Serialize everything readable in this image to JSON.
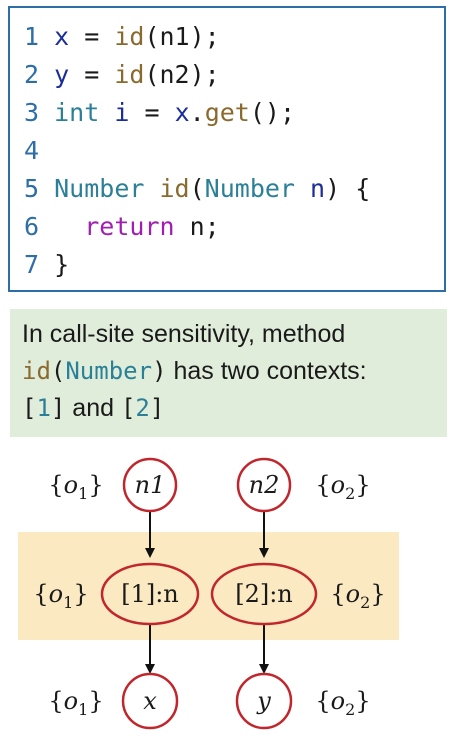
{
  "code": {
    "lines": [
      {
        "num": "1",
        "tokens": [
          {
            "t": "x",
            "c": "var"
          },
          {
            "t": " = ",
            "c": "op"
          },
          {
            "t": "id",
            "c": "fn"
          },
          {
            "t": "(n1);",
            "c": "op"
          }
        ]
      },
      {
        "num": "2",
        "tokens": [
          {
            "t": "y",
            "c": "var"
          },
          {
            "t": " = ",
            "c": "op"
          },
          {
            "t": "id",
            "c": "fn"
          },
          {
            "t": "(n2);",
            "c": "op"
          }
        ]
      },
      {
        "num": "3",
        "tokens": [
          {
            "t": "int",
            "c": "ty"
          },
          {
            "t": " ",
            "c": "op"
          },
          {
            "t": "i",
            "c": "var"
          },
          {
            "t": " = ",
            "c": "op"
          },
          {
            "t": "x",
            "c": "var"
          },
          {
            "t": ".",
            "c": "op"
          },
          {
            "t": "get",
            "c": "fn"
          },
          {
            "t": "();",
            "c": "op"
          }
        ]
      },
      {
        "num": "4",
        "tokens": []
      },
      {
        "num": "5",
        "tokens": [
          {
            "t": "Number",
            "c": "ty"
          },
          {
            "t": " ",
            "c": "op"
          },
          {
            "t": "id",
            "c": "fn"
          },
          {
            "t": "(",
            "c": "op"
          },
          {
            "t": "Number",
            "c": "ty"
          },
          {
            "t": " ",
            "c": "op"
          },
          {
            "t": "n",
            "c": "var"
          },
          {
            "t": ") {",
            "c": "op"
          }
        ]
      },
      {
        "num": "6",
        "tokens": [
          {
            "t": "  ",
            "c": "op"
          },
          {
            "t": "return",
            "c": "kw"
          },
          {
            "t": " n;",
            "c": "op"
          }
        ]
      },
      {
        "num": "7",
        "tokens": [
          {
            "t": "}",
            "c": "op"
          }
        ]
      }
    ]
  },
  "note": {
    "line1": "In call-site sensitivity, method",
    "line2_method": "id",
    "line2_open": "(",
    "line2_type": "Number",
    "line2_close": ")",
    "line2_rest": " has two contexts:",
    "line3_ctx1_open": "[",
    "line3_ctx1_num": "1",
    "line3_ctx1_close": "]",
    "line3_and": " and ",
    "line3_ctx2_open": "[",
    "line3_ctx2_num": "2",
    "line3_ctx2_close": "]"
  },
  "diagram": {
    "nodes": {
      "n1": "n1",
      "n2": "n2",
      "ctx1": "[1]:n",
      "ctx2": "[2]:n",
      "x": "x",
      "y": "y"
    },
    "pts": {
      "o1": "o",
      "o1_sub": "1",
      "o2": "o",
      "o2_sub": "2"
    }
  },
  "colors": {
    "node_stroke": "#c0262c",
    "code_border": "#2e6ea6",
    "note_bg": "#e1eddb",
    "band_bg": "#fbe9c2"
  }
}
